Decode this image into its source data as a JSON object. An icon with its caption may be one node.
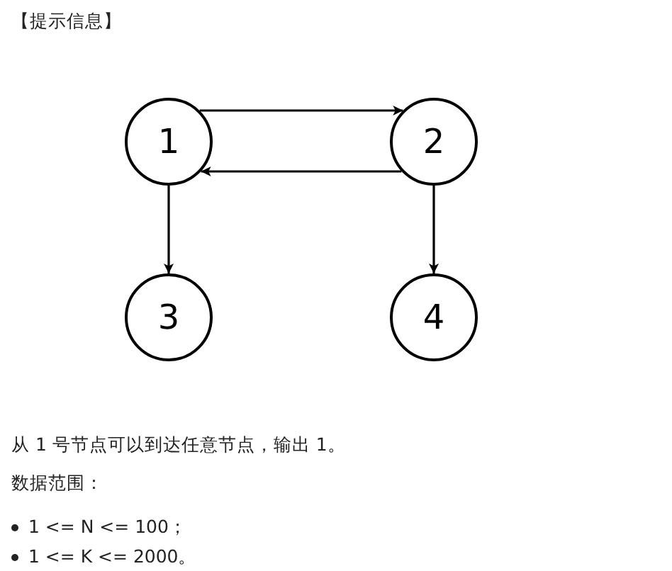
{
  "diagram": {
    "nodes": [
      {
        "text": [
          "1"
        ]
      },
      {
        "text": [
          "2"
        ]
      },
      {
        "text": [
          "3"
        ]
      },
      {
        "text": [
          "4"
        ]
      }
    ],
    "edges": [
      {
        "from": 0,
        "to": 1,
        "arrow": "to"
      },
      {
        "from": 1,
        "to": 0,
        "arrow": "to"
      },
      {
        "from": 0,
        "to": 2,
        "arrow": "to"
      },
      {
        "from": 1,
        "to": 3,
        "arrow": "to"
      }
    ],
    "labels": [
      "【提示信息】",
      "从 1 号节点可以到达任意节点，输出 1。",
      "数据范围：",
      "1 <= N <= 100；",
      "1 <= K <= 2000。"
    ]
  }
}
